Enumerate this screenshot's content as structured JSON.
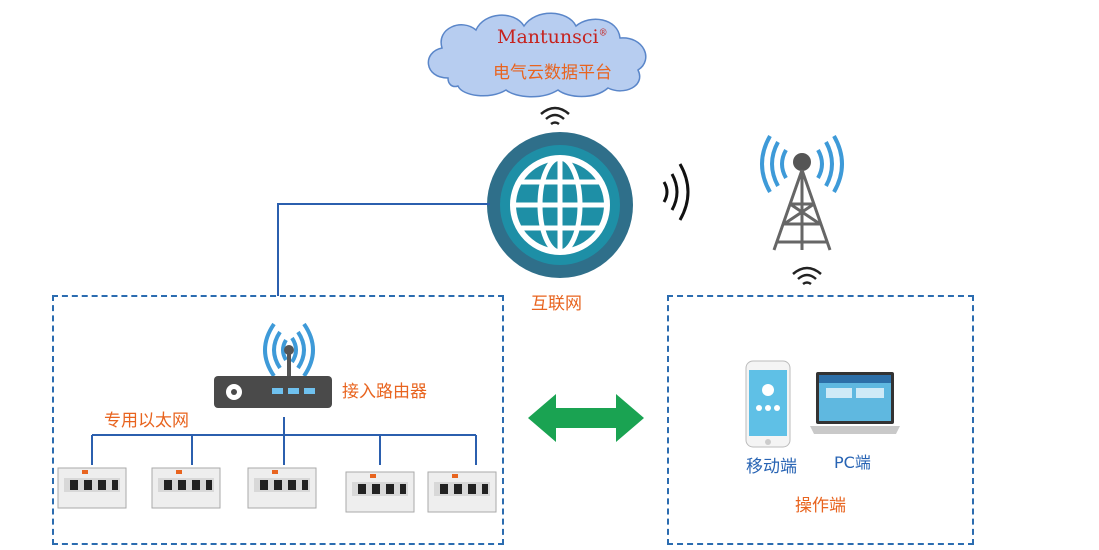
{
  "cloud": {
    "brand": "Mantunsci",
    "brand_mark": "®",
    "title": "电气云数据平台"
  },
  "internet": {
    "label": "互联网"
  },
  "router": {
    "label": "接入路由器"
  },
  "lan": {
    "label": "专用以太网"
  },
  "client": {
    "mobile_label": "移动端",
    "pc_label": "PC端",
    "ops_label": "操作端"
  },
  "colors": {
    "cloud_fill": "#b7cdf0",
    "globe": "#2f6f8a",
    "accent": "#e8641f",
    "arrow": "#1aa352",
    "dash": "#2b6cb0"
  },
  "icons": [
    "cloud-icon",
    "globe-icon",
    "wifi-icon",
    "tower-icon",
    "router-icon",
    "breaker-icon",
    "phone-icon",
    "laptop-icon",
    "double-arrow-icon"
  ]
}
